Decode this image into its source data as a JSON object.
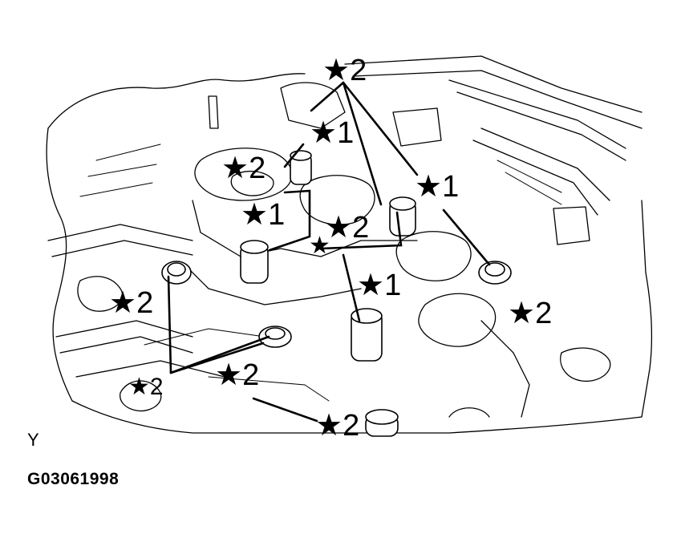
{
  "figure": {
    "view_mark": "Y",
    "figure_id": "G03061998"
  },
  "callouts": [
    {
      "id": "c1",
      "text": "★2"
    },
    {
      "id": "c2",
      "text": "★1"
    },
    {
      "id": "c3",
      "text": "★2"
    },
    {
      "id": "c4",
      "text": "★1"
    },
    {
      "id": "c5",
      "text": "★1"
    },
    {
      "id": "c6",
      "text": "★2"
    },
    {
      "id": "c7",
      "text": "★"
    },
    {
      "id": "c8",
      "text": "★1"
    },
    {
      "id": "c9",
      "text": "★2"
    },
    {
      "id": "c10",
      "text": "★2"
    },
    {
      "id": "c11",
      "text": "★2"
    },
    {
      "id": "c12",
      "text": "★2"
    },
    {
      "id": "c13",
      "text": "★2"
    }
  ]
}
